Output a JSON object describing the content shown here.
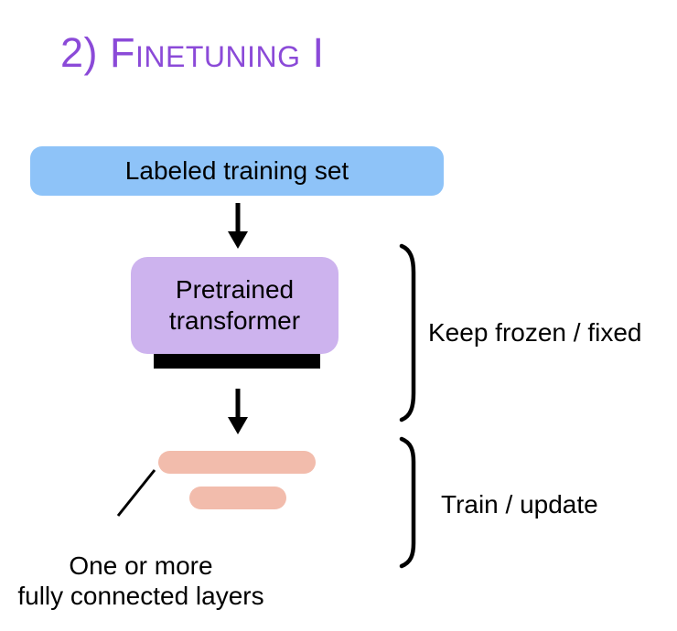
{
  "title": "2) Finetuning I",
  "diagram": {
    "training_set": {
      "label": "Labeled training set"
    },
    "transformer": {
      "label_lines": [
        "Pretrained",
        "transformer"
      ]
    },
    "fc_caption_lines": [
      "One or more",
      "fully connected layers"
    ],
    "brace_labels": {
      "frozen": "Keep frozen / fixed",
      "train": "Train / update"
    }
  },
  "icons": {
    "arrow_down": "down-arrow",
    "brace": "right-curly-brace",
    "pointer": "diagonal-pointer-line"
  },
  "colors": {
    "title": "#8B4AD8",
    "training-set-box": "#8EC3F8",
    "transformer-box": "#CDB3EE",
    "fc-bar": "#F2BCAC",
    "ink": "#000000"
  }
}
